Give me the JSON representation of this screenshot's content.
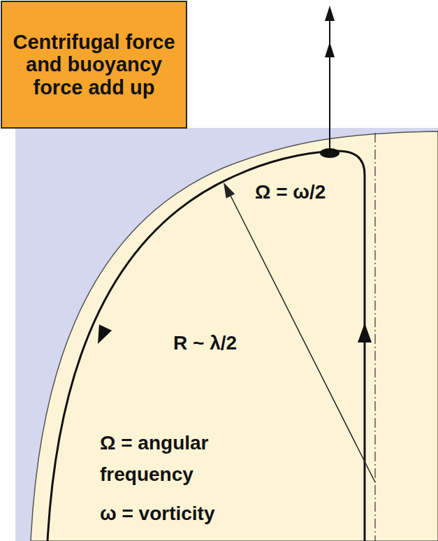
{
  "diagram": {
    "nodes": [
      {
        "text": [
          "Centrifugal force and buoyancy force add up"
        ]
      }
    ],
    "labels": [
      "Ω = ω/2",
      "R ~ λ/2",
      "Ω = angular frequency",
      "ω = vorticity"
    ]
  }
}
